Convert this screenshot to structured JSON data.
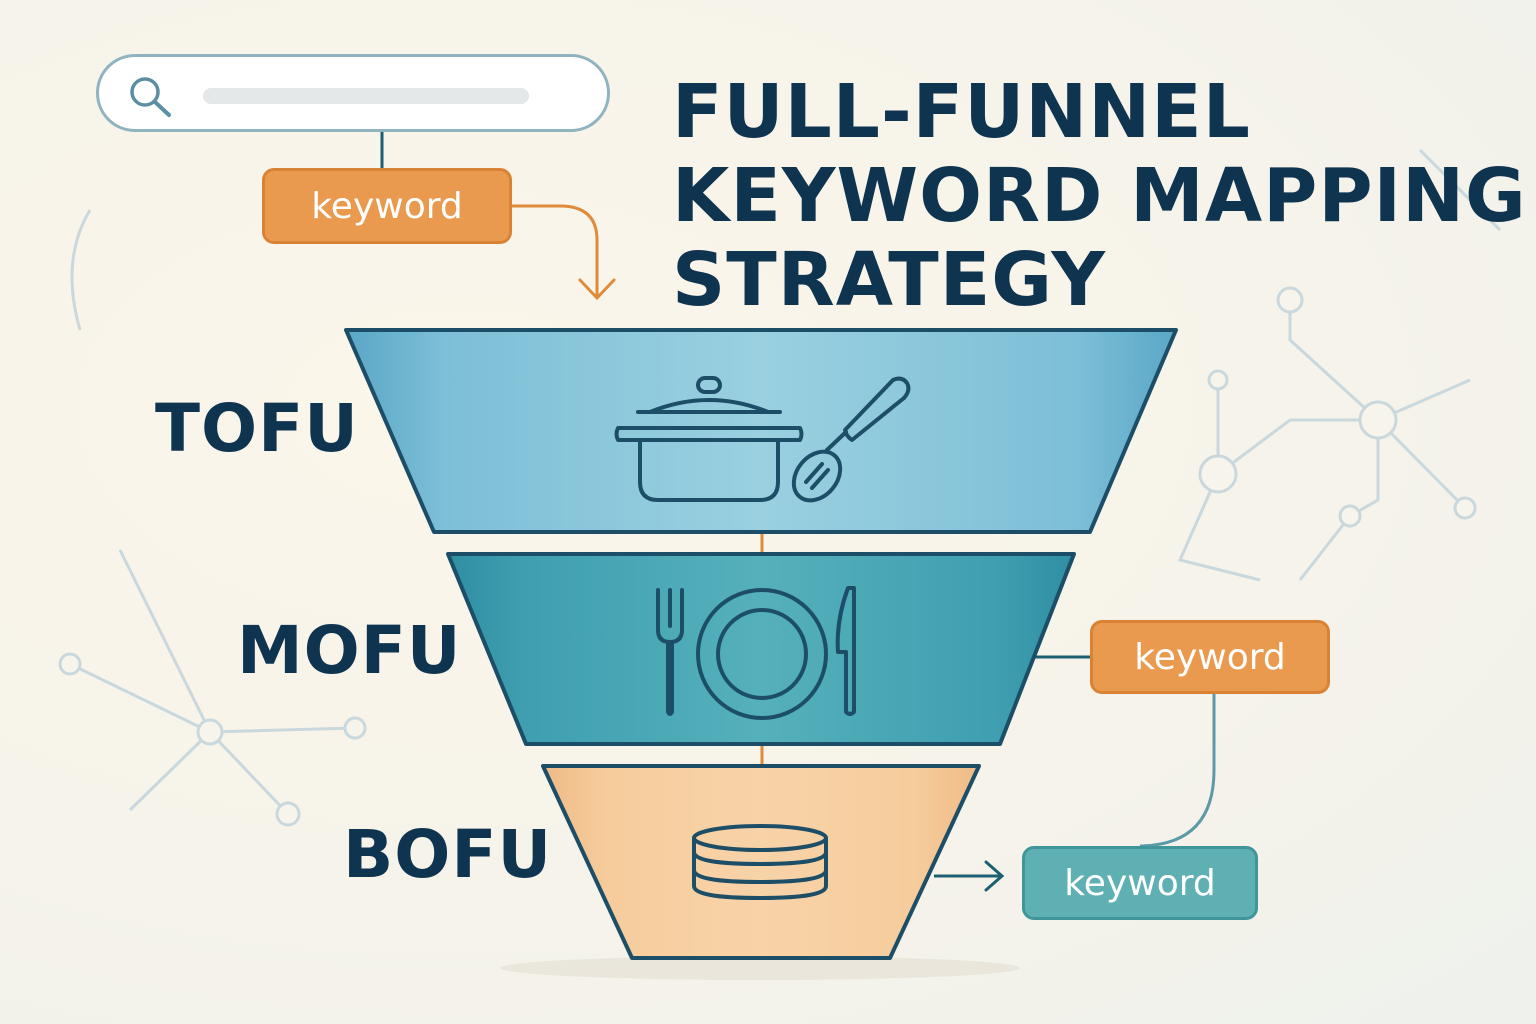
{
  "title": {
    "line1": "FULL-FUNNEL",
    "line2": "KEYWORD MAPPING",
    "line3": "STRATEGY"
  },
  "search": {
    "icon": "search-icon",
    "placeholder": ""
  },
  "funnel": {
    "stages": [
      {
        "label": "TOFU",
        "icon": "pot-and-spatula-icon",
        "color": "#8ccbdd"
      },
      {
        "label": "MOFU",
        "icon": "plate-fork-knife-icon",
        "color": "#4aa9b4"
      },
      {
        "label": "BOFU",
        "icon": "pancake-stack-icon",
        "color": "#f5c997"
      }
    ]
  },
  "keywords": [
    {
      "text": "keyword",
      "color": "#ea9a4e"
    },
    {
      "text": "keyword",
      "color": "#ea9a4e"
    },
    {
      "text": "keyword",
      "color": "#5fb0b3"
    }
  ],
  "colors": {
    "title": "#0f3450",
    "accent_orange": "#ea9a4e",
    "accent_teal": "#5fb0b3",
    "outline": "#1d4e68"
  }
}
